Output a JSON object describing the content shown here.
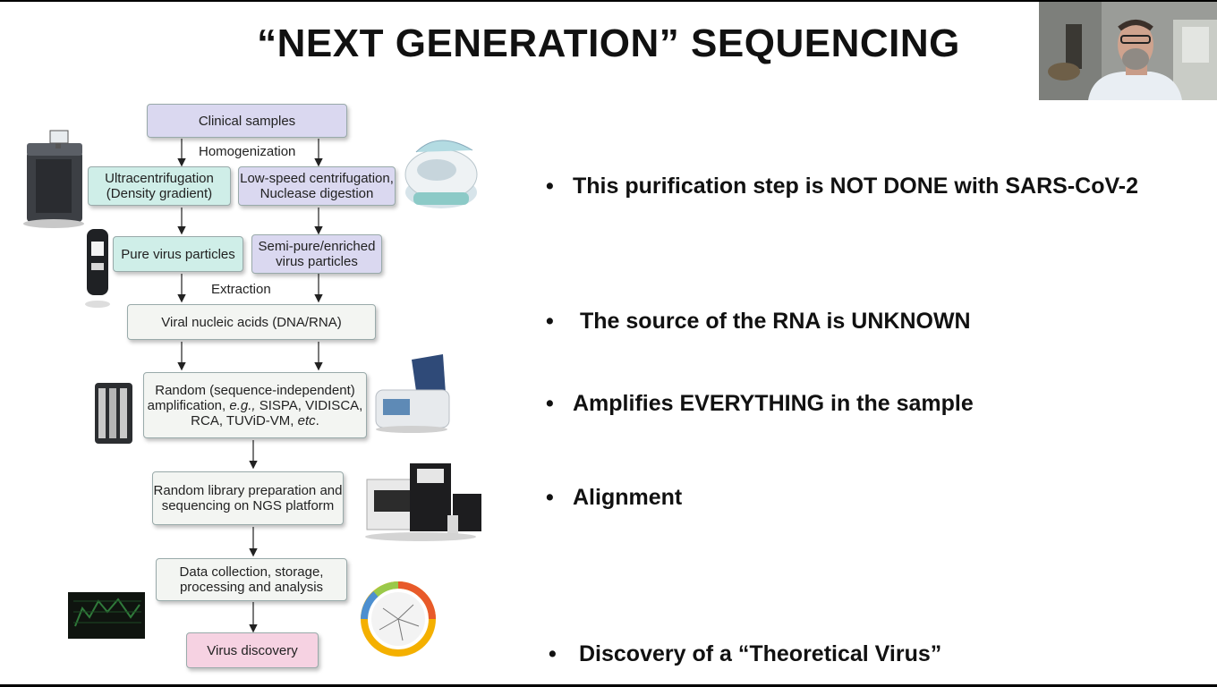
{
  "slide": {
    "title": "“NEXT GENERATION” SEQUENCING"
  },
  "flowchart": {
    "nodes": {
      "clinical": "Clinical samples",
      "ultra": "Ultracentrifugation\n(Density gradient)",
      "lowspeed": "Low-speed centrifugation,\nNuclease digestion",
      "pure": "Pure virus particles",
      "semipure": "Semi-pure/enriched\nvirus particles",
      "viral": "Viral nucleic acids (DNA/RNA)",
      "random_amp_line1": "Random (sequence-independent)",
      "random_amp_line2_pre": "amplification, ",
      "random_amp_line2_eg": "e.g.,",
      "random_amp_line2_post": " SISPA, VIDISCA,",
      "random_amp_line3_pre": "RCA, TUViD-VM, ",
      "random_amp_line3_etc": "etc",
      "random_amp_line3_end": ".",
      "library": "Random library preparation and\nsequencing on NGS platform",
      "data": "Data collection, storage,\nprocessing and analysis",
      "discovery": "Virus discovery"
    },
    "labels": {
      "homogenization": "Homogenization",
      "extraction": "Extraction"
    }
  },
  "bullets": [
    {
      "marker": "•",
      "text": "This purification step is NOT DONE with SARS-CoV-2"
    },
    {
      "marker": "•",
      "text": "The source of the RNA is UNKNOWN"
    },
    {
      "marker": "•",
      "text": "Amplifies EVERYTHING in the sample"
    },
    {
      "marker": "•",
      "text": "Alignment"
    },
    {
      "marker": "•",
      "text": "Discovery of a “Theoretical Virus”"
    }
  ]
}
